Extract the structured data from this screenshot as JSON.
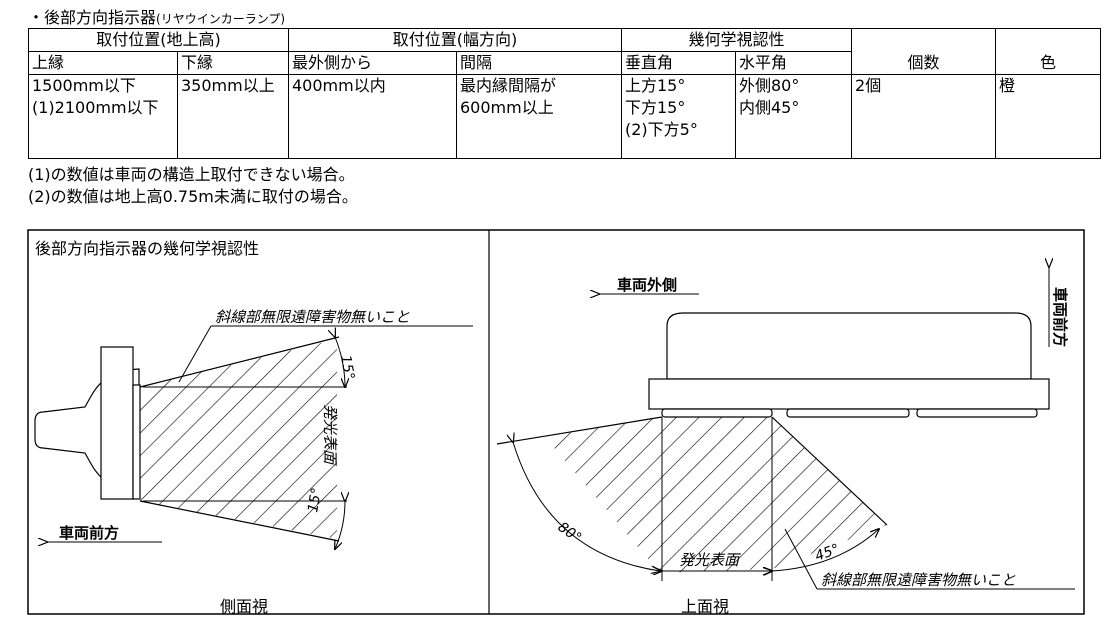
{
  "header": {
    "title_main": "・後部方向指示器",
    "title_sub": "(リヤウインカーランプ)"
  },
  "table": {
    "group_headers": {
      "mounting_height": "取付位置(地上高)",
      "mounting_width": "取付位置(幅方向)",
      "geometric_visibility": "幾何学視認性",
      "count": "個数",
      "color": "色"
    },
    "sub_headers": {
      "upper": "上縁",
      "lower": "下縁",
      "outermost": "最外側から",
      "spacing": "間隔",
      "vertical": "垂直角",
      "horizontal": "水平角"
    },
    "row": {
      "upper": "1500mm以下\n(1)2100mm以下",
      "lower": "350mm以上",
      "outermost": "400mm以内",
      "spacing": "最内縁間隔が\n600mm以上",
      "vertical": "上方15°\n下方15°\n(2)下方5°",
      "horizontal": "外側80°\n内側45°",
      "count": "2個",
      "color": "橙"
    }
  },
  "notes": [
    "(1)の数値は車両の構造上取付できない場合。",
    "(2)の数値は地上高0.75m未満に取付の場合。"
  ],
  "figure": {
    "title": "後部方向指示器の幾何学視認性",
    "side_view": {
      "caption": "側面視",
      "no_obstruction": "斜線部無限遠障害物無いこと",
      "up_angle": "15°",
      "down_angle": "15°",
      "surface": "発光表面",
      "front_arrow": "車両前方"
    },
    "top_view": {
      "caption": "上面視",
      "outer_arrow": "車両外側",
      "front_arrow": "車両前方",
      "outer_angle": "80°",
      "inner_angle": "45°",
      "surface": "発光表面",
      "no_obstruction": "斜線部無限遠障害物無いこと"
    }
  }
}
